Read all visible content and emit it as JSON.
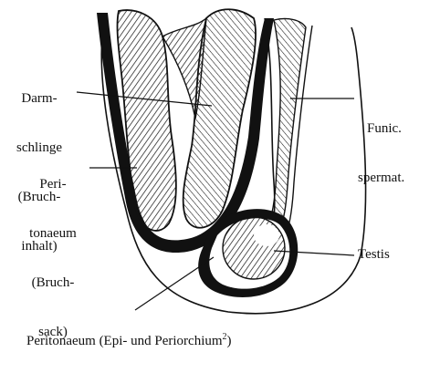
{
  "labels": {
    "darmschlinge": [
      "Darm-",
      "schlinge",
      "(Bruch-",
      "inhalt)"
    ],
    "peritonaeum": [
      "Peri-",
      "tonaeum",
      "(Bruch-",
      "sack)"
    ],
    "funic": [
      "Funic.",
      "spermat."
    ],
    "testis": "Testis",
    "caption_main": "Peritonaeum (Epi- und Periorchium",
    "caption_sup": "2",
    "caption_close": ")"
  },
  "colors": {
    "ink": "#111111",
    "paper": "#ffffff"
  }
}
